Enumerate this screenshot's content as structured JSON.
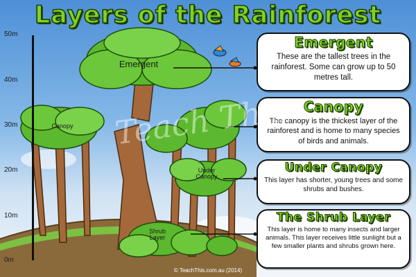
{
  "title": "Layers of the Rainforest",
  "ruler": [
    "50m",
    "40m",
    "30m",
    "20m",
    "10m",
    "0m"
  ],
  "tree_labels": {
    "emergent": "Emergent",
    "canopy": "Canopy",
    "under_canopy": "Under Canopy",
    "shrub": "Shrub Layer"
  },
  "layers": [
    {
      "title": "Emergent",
      "text": "These are the tallest trees in the rainforest. Some can grow up to 50 metres tall."
    },
    {
      "title": "Canopy",
      "text": "The canopy is the thickest layer of the rainforest and is home to many species of birds and animals."
    },
    {
      "title": "Under Canopy",
      "text": "This layer has shorter, young trees and some shrubs and bushes."
    },
    {
      "title": "The Shrub Layer",
      "text": "This layer is home to many insects and larger animals. This layer receives little sunlight but a few smaller plants and shrubs grown here."
    }
  ],
  "watermark": "Teach This",
  "copyright": "© TeachThis.com.au (2014)",
  "colors": {
    "title_green": "#7ed321",
    "foliage": "#5cb82e",
    "foliage_dark": "#2f7d1a",
    "trunk": "#a4683a",
    "sky_top": "#4d8fd6",
    "ground": "#8a6a3b"
  },
  "icons": [
    "bird-icon",
    "bird-icon"
  ]
}
